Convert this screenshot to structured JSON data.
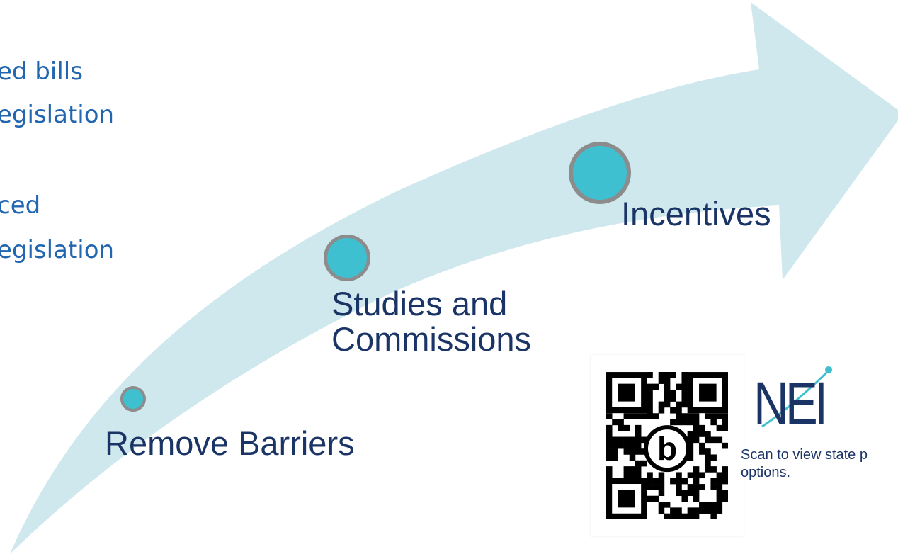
{
  "side_text": {
    "line1": "ed bills",
    "line2": "egislation",
    "line3": "ced",
    "line4": "egislation"
  },
  "steps": [
    {
      "label": "Remove Barriers"
    },
    {
      "label": "Studies and\nCommissions"
    },
    {
      "label": "Incentives"
    }
  ],
  "qr": {
    "caption": "Scan to view state p\noptions.",
    "icon": "qr-code-icon"
  },
  "logo": {
    "text": "NEI"
  },
  "colors": {
    "arrow": "#cfe8ee",
    "dot_fill": "#3fc0d0",
    "dot_ring": "#8c8c8c",
    "label": "#1b3466",
    "side_text": "#2266b0"
  }
}
